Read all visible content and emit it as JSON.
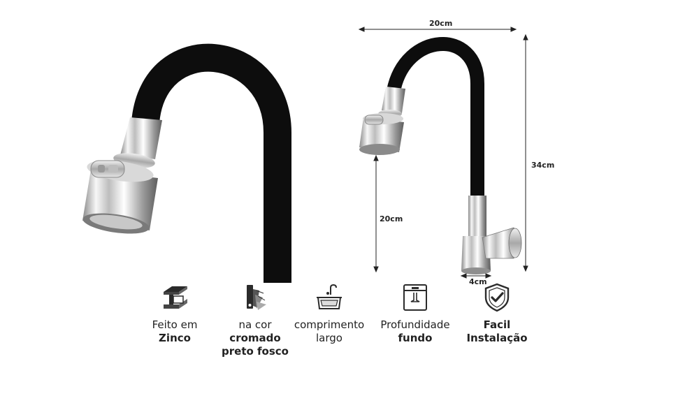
{
  "dimensions": {
    "width_top": "20cm",
    "height_right": "34cm",
    "height_spout": "20cm",
    "base_width": "4cm"
  },
  "features": [
    {
      "icon": "zinc-beam-icon",
      "line1": "Feito em",
      "line2": "Zinco",
      "line3": ""
    },
    {
      "icon": "color-palette-icon",
      "line1": "na cor",
      "line2": "cromado",
      "line3": "preto fosco"
    },
    {
      "icon": "sink-icon",
      "line1": "comprimento",
      "line2": "largo",
      "line3": ""
    },
    {
      "icon": "deep-basin-icon",
      "line1": "Profundidade",
      "line2": "fundo",
      "line3": ""
    },
    {
      "icon": "shield-check-icon",
      "line1": "Facil",
      "line2": "Instalação",
      "line3": ""
    }
  ],
  "colors": {
    "hose": "#0d0d0d",
    "chrome_light": "#f2f2f2",
    "chrome_dark": "#6e6e6e"
  }
}
